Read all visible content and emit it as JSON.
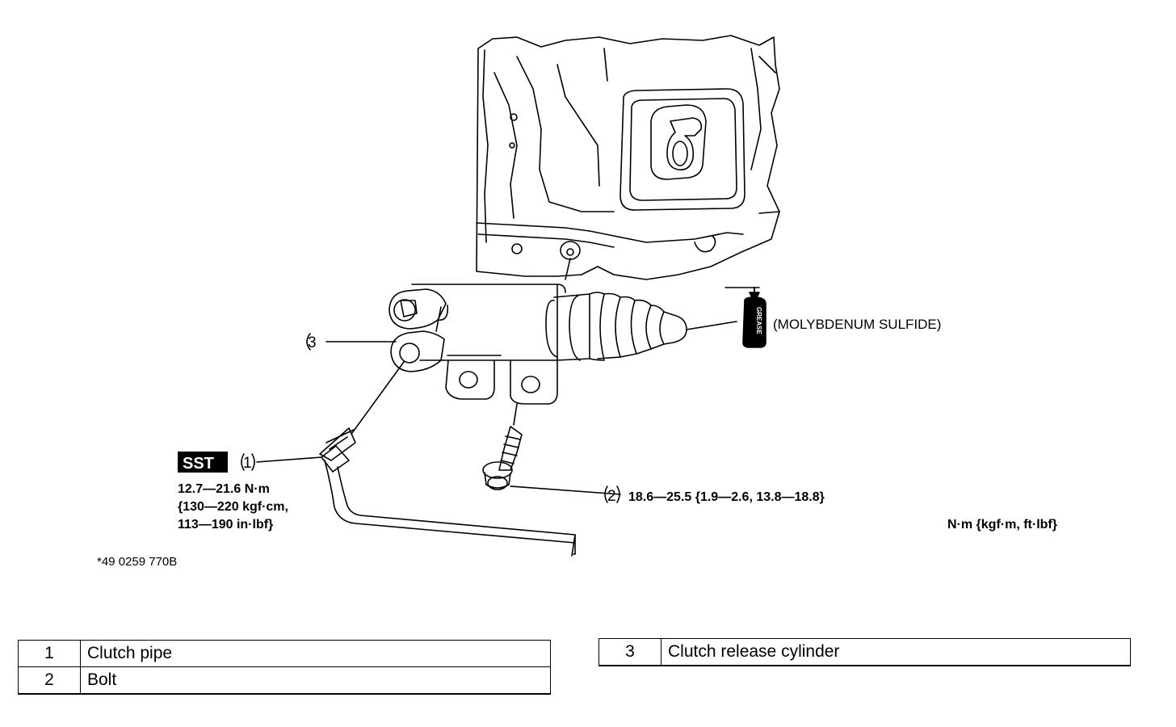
{
  "callouts": {
    "one": "1",
    "two": "2",
    "three": "3"
  },
  "sst_label": "SST",
  "grease": {
    "can_text": "GREASE",
    "type": "(MOLYBDENUM SULFIDE)"
  },
  "torque": {
    "clutch_pipe": [
      "12.7—21.6 N·m",
      "{130—220 kgf·cm,",
      "113—190 in·lbf}"
    ],
    "bolt": "18.6—25.5 {1.9—2.6, 13.8—18.8}",
    "units": "N·m {kgf·m, ft·lbf}"
  },
  "sst_part_number": "*49 0259 770B",
  "parts_table_left": [
    {
      "num": "1",
      "name": "Clutch pipe"
    },
    {
      "num": "2",
      "name": "Bolt"
    }
  ],
  "parts_table_right": [
    {
      "num": "3",
      "name": "Clutch release cylinder"
    }
  ]
}
